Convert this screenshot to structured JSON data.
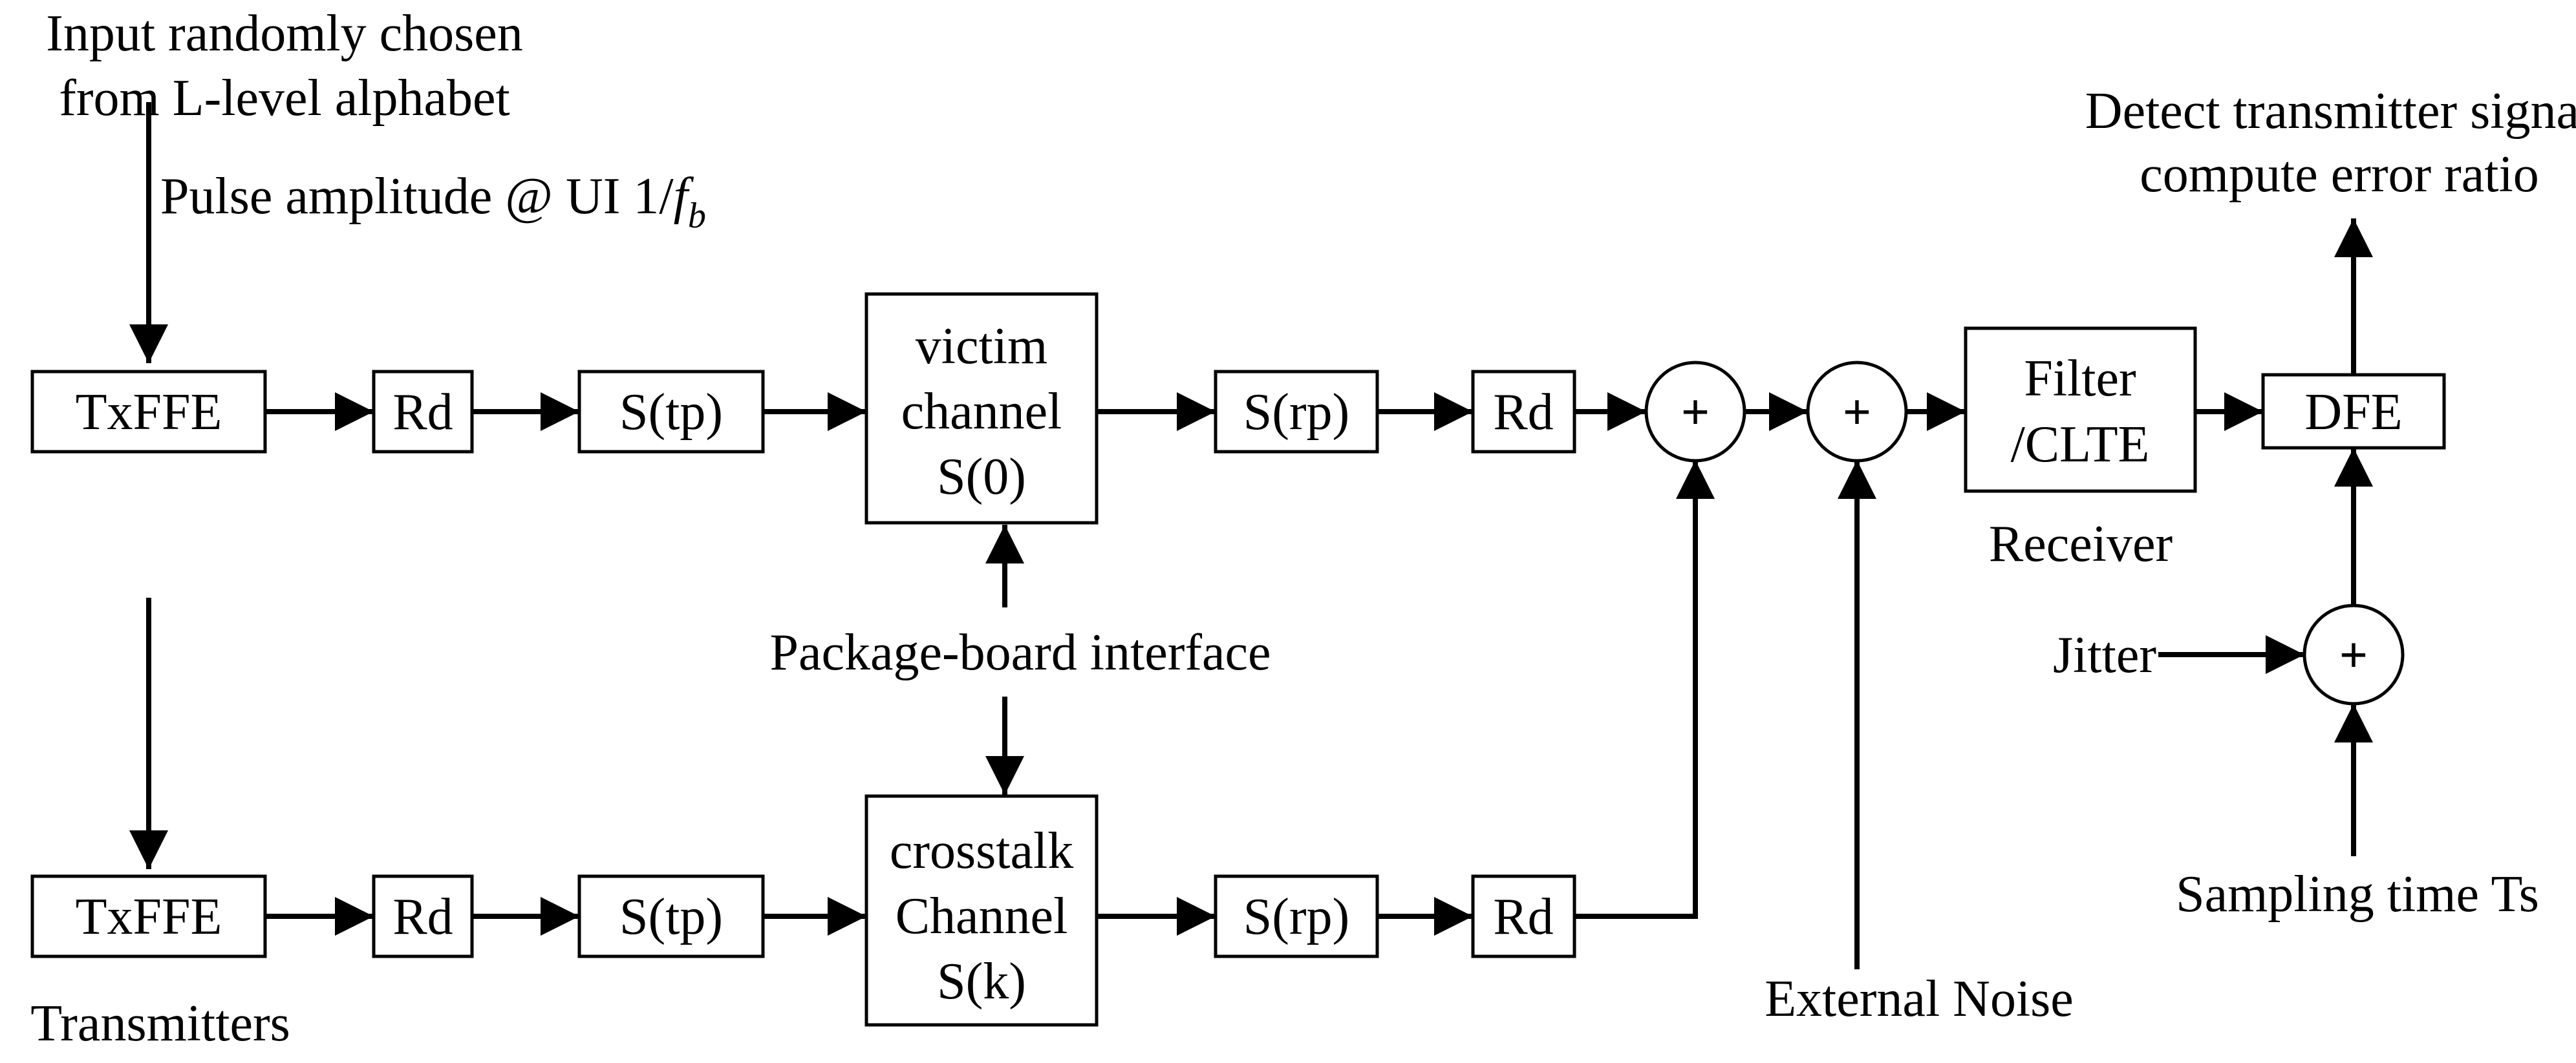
{
  "labels": {
    "input_line1": "Input randomly chosen",
    "input_line2": "from L-level alphabet",
    "pulse_text": "Pulse amplitude @ UI 1/",
    "pulse_f": "f",
    "pulse_b": "b",
    "detect_line1": "Detect transmitter signal",
    "detect_line2": "compute error ratio",
    "package_board": "Package-board interface",
    "receiver": "Receiver",
    "jitter": "Jitter",
    "sampling_time": "Sampling time Ts",
    "external_noise": "External Noise",
    "transmitters": "Transmitters"
  },
  "blocks": {
    "txffe_top": "TxFFE",
    "rd_top_1": "Rd",
    "stp_top": "S(tp)",
    "victim": [
      "victim",
      "channel",
      "S(0)"
    ],
    "srp_top": "S(rp)",
    "rd_top_2": "Rd",
    "filter": [
      "Filter",
      "/CLTE"
    ],
    "dfe": "DFE",
    "txffe_bottom": "TxFFE",
    "rd_bottom_1": "Rd",
    "stp_bottom": "S(tp)",
    "crosstalk": [
      "crosstalk",
      "Channel",
      "S(k)"
    ],
    "srp_bottom": "S(rp)",
    "rd_bottom_2": "Rd"
  },
  "summers": {
    "sum1": "+",
    "sum2": "+",
    "sum3": "+"
  }
}
